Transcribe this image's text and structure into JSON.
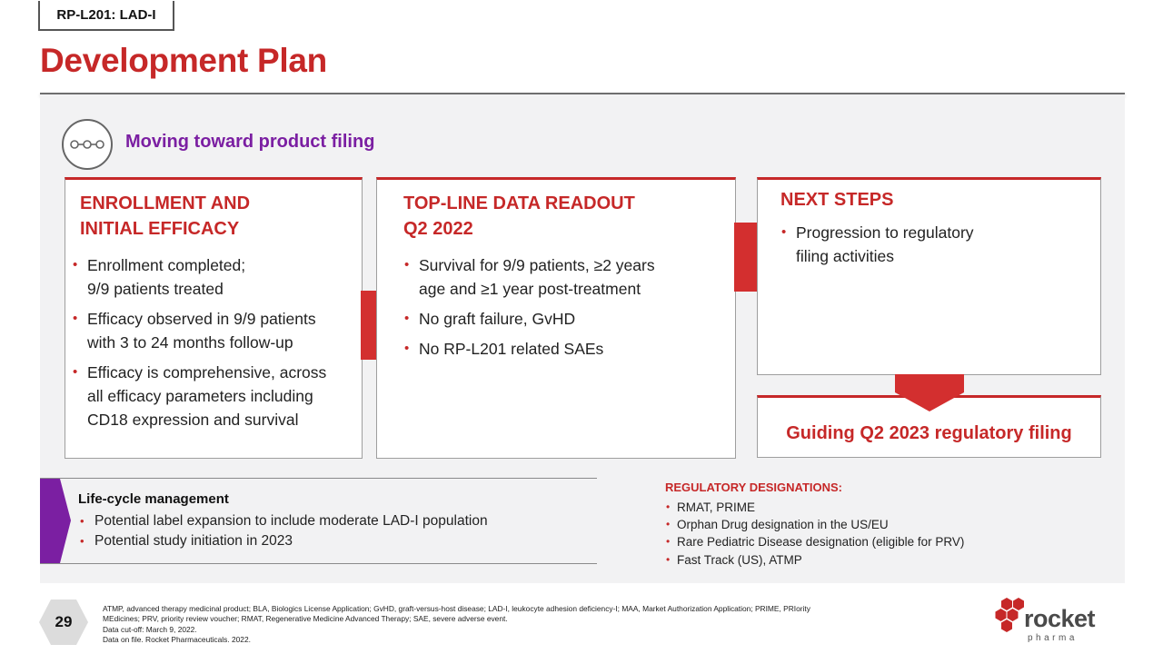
{
  "header": {
    "tag": "RP-L201: LAD-I",
    "title": "Development Plan"
  },
  "section": {
    "icon": "journey-path-icon",
    "subtitle": "Moving toward product filing"
  },
  "cards": [
    {
      "heading_line1": "ENROLLMENT AND",
      "heading_line2": "INITIAL EFFICACY",
      "bullets": [
        [
          "Enrollment completed;",
          "9/9 patients treated"
        ],
        [
          "Efficacy observed in 9/9 patients",
          "with 3 to 24 months follow-up"
        ],
        [
          "Efficacy is comprehensive, across",
          "all efficacy parameters including",
          "CD18 expression and survival"
        ]
      ]
    },
    {
      "heading_line1": "TOP-LINE DATA READOUT",
      "heading_line2": "Q2 2022",
      "bullets": [
        [
          "Survival for 9/9 patients, ≥2 years",
          "age and ≥1 year post-treatment"
        ],
        [
          "No graft failure, GvHD"
        ],
        [
          "No RP-L201 related SAEs"
        ]
      ]
    },
    {
      "heading_line1": "NEXT STEPS",
      "bullets": [
        [
          "Progression to regulatory",
          "filing activities"
        ]
      ]
    }
  ],
  "outcome": "Guiding Q2 2023 regulatory filing",
  "lifecycle": {
    "title": "Life-cycle management",
    "items": [
      "Potential label expansion to include moderate LAD-I population",
      "Potential study initiation in 2023"
    ]
  },
  "regulatory": {
    "title": "REGULATORY DESIGNATIONS:",
    "items": [
      "RMAT, PRIME",
      "Orphan Drug designation in the US/EU",
      "Rare Pediatric Disease designation (eligible for PRV)",
      "Fast Track (US), ATMP"
    ]
  },
  "footer": {
    "page_number": "29",
    "line1": "ATMP, advanced therapy medicinal product; BLA, Biologics License Application; GvHD, graft-versus-host disease; LAD-I, leukocyte adhesion deficiency-I; MAA, Market Authorization Application; PRIME, PRIority",
    "line2": "MEdicines; PRV, priority review voucher; RMAT, Regenerative Medicine Advanced Therapy; SAE, severe adverse event.",
    "line3": "Data cut-off: March 9, 2022.",
    "line4": "Data on file. Rocket Pharmaceuticals. 2022."
  },
  "logo": {
    "word": "rocket",
    "sub": "pharma",
    "icon": "hexagon-cluster-logo-icon"
  },
  "colors": {
    "accent_red": "#c62828",
    "accent_purple": "#7b1fa2",
    "panel_gray": "#f2f2f3"
  }
}
